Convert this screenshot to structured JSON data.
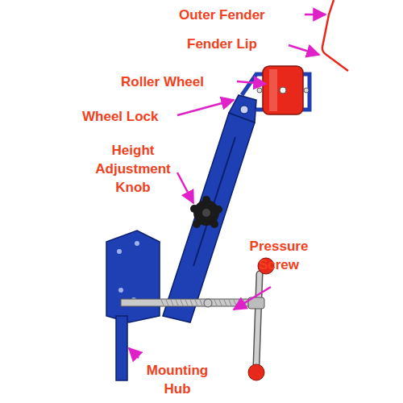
{
  "diagram": {
    "labels": [
      "Outer Fender",
      "Fender Lip",
      "Roller Wheel",
      "Wheel Lock",
      "Height Adjustment Knob",
      "Pressure Screw",
      "Mounting Hub"
    ]
  }
}
